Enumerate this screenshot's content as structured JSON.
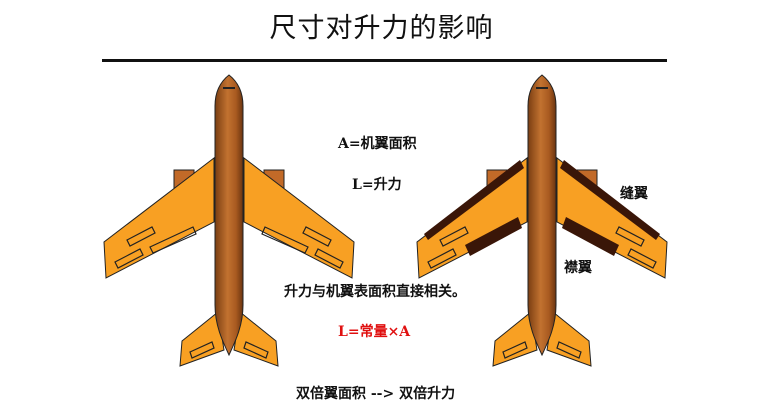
{
  "header": {
    "title": "尺寸对升力的影响"
  },
  "labels": {
    "area_def": "A=机翼面积",
    "lift_def": "L=升力",
    "relation": "升力与机翼表面积直接相关。",
    "formula": "L=常量×A",
    "conclusion": "双倍翼面积 --> 双倍升力",
    "slat": "缝翼",
    "flap": "襟翼"
  },
  "colors": {
    "wing_orange": "#f8a023",
    "fuselage_brown": "#b86a2a",
    "flap_dark": "#3a1608",
    "formula_red": "#e01010"
  }
}
